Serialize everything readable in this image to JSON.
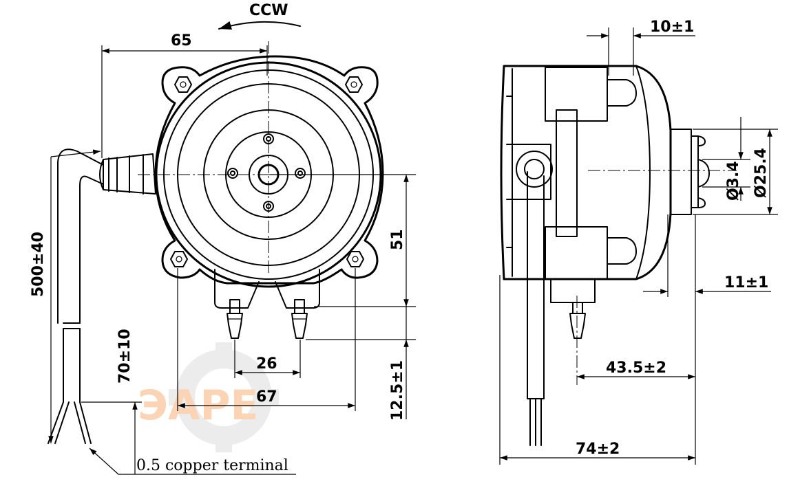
{
  "rotation_label": "CCW",
  "front_view": {
    "dim_width_top": "65",
    "dim_cable_length": "500±40",
    "dim_height_right": "51",
    "dim_terminal_spacing": "26",
    "dim_mount_spacing": "67",
    "dim_terminal_length": "12.5±1",
    "dim_lead_strip": "70±10",
    "note_terminal": "0.5 copper terminal"
  },
  "side_view": {
    "dim_top": "10±1",
    "dim_shaft_dia": "Ø3.4",
    "dim_boss_dia": "Ø25.4",
    "dim_right": "11±1",
    "dim_shaft_offset": "43.5±2",
    "dim_overall": "74±2"
  },
  "watermark": {
    "letters": "ЭАРЕ",
    "colors": [
      "#f5a25a",
      "#c8c8c8"
    ]
  }
}
